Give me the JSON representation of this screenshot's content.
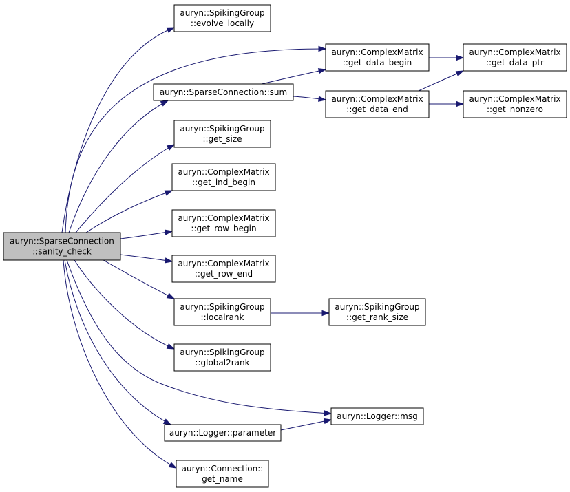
{
  "graph": {
    "nodes": [
      {
        "id": "root",
        "lines": [
          "auryn::SparseConnection",
          "::sanity_check"
        ],
        "highlighted": true
      },
      {
        "id": "evolve_locally",
        "lines": [
          "auryn::SpikingGroup",
          "::evolve_locally"
        ]
      },
      {
        "id": "get_data_begin",
        "lines": [
          "auryn::ComplexMatrix",
          "::get_data_begin"
        ]
      },
      {
        "id": "get_data_ptr",
        "lines": [
          "auryn::ComplexMatrix",
          "::get_data_ptr"
        ]
      },
      {
        "id": "sum",
        "lines": [
          "auryn::SparseConnection::sum"
        ]
      },
      {
        "id": "get_data_end",
        "lines": [
          "auryn::ComplexMatrix",
          "::get_data_end"
        ]
      },
      {
        "id": "get_nonzero",
        "lines": [
          "auryn::ComplexMatrix",
          "::get_nonzero"
        ]
      },
      {
        "id": "get_size",
        "lines": [
          "auryn::SpikingGroup",
          "::get_size"
        ]
      },
      {
        "id": "get_ind_begin",
        "lines": [
          "auryn::ComplexMatrix",
          "::get_ind_begin"
        ]
      },
      {
        "id": "get_row_begin",
        "lines": [
          "auryn::ComplexMatrix",
          "::get_row_begin"
        ]
      },
      {
        "id": "get_row_end",
        "lines": [
          "auryn::ComplexMatrix",
          "::get_row_end"
        ]
      },
      {
        "id": "localrank",
        "lines": [
          "auryn::SpikingGroup",
          "::localrank"
        ]
      },
      {
        "id": "get_rank_size",
        "lines": [
          "auryn::SpikingGroup",
          "::get_rank_size"
        ]
      },
      {
        "id": "global2rank",
        "lines": [
          "auryn::SpikingGroup",
          "::global2rank"
        ]
      },
      {
        "id": "msg",
        "lines": [
          "auryn::Logger::msg"
        ]
      },
      {
        "id": "parameter",
        "lines": [
          "auryn::Logger::parameter"
        ]
      },
      {
        "id": "get_name",
        "lines": [
          "auryn::Connection::",
          "get_name"
        ]
      }
    ],
    "edges": [
      {
        "from": "root",
        "to": "evolve_locally"
      },
      {
        "from": "root",
        "to": "get_data_begin"
      },
      {
        "from": "root",
        "to": "sum"
      },
      {
        "from": "root",
        "to": "get_size"
      },
      {
        "from": "root",
        "to": "get_ind_begin"
      },
      {
        "from": "root",
        "to": "get_row_begin"
      },
      {
        "from": "root",
        "to": "get_row_end"
      },
      {
        "from": "root",
        "to": "localrank"
      },
      {
        "from": "root",
        "to": "global2rank"
      },
      {
        "from": "root",
        "to": "msg"
      },
      {
        "from": "root",
        "to": "parameter"
      },
      {
        "from": "root",
        "to": "get_name"
      },
      {
        "from": "get_data_begin",
        "to": "get_data_ptr"
      },
      {
        "from": "sum",
        "to": "get_data_begin"
      },
      {
        "from": "sum",
        "to": "get_data_end"
      },
      {
        "from": "get_data_end",
        "to": "get_data_ptr"
      },
      {
        "from": "get_data_end",
        "to": "get_nonzero"
      },
      {
        "from": "localrank",
        "to": "get_rank_size"
      },
      {
        "from": "parameter",
        "to": "msg"
      }
    ],
    "colors": {
      "edge": "#191970",
      "node_border": "#000000",
      "root_fill": "#bfbfbf",
      "node_fill": "#ffffff"
    }
  }
}
